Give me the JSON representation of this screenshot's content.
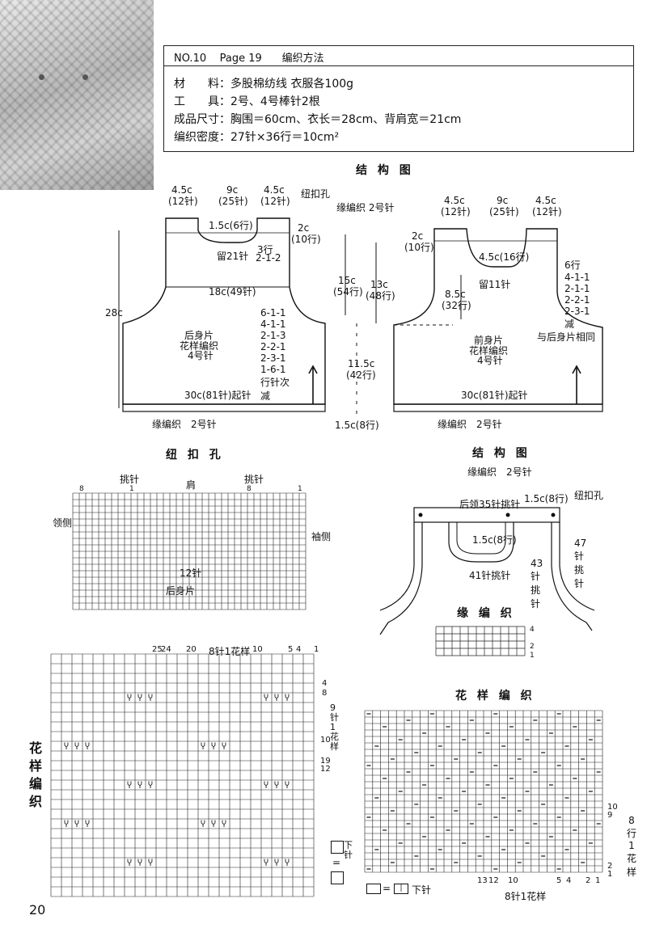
{
  "header": {
    "no": "NO.10",
    "page": "Page 19",
    "method": "编织方法",
    "material_label": "材　　料：",
    "material": "多股棉纺线  衣服各100g",
    "tools_label": "工　　具：",
    "tools": "2号、4号棒针2根",
    "size_label": "成品尺寸：",
    "size": "胸围＝60cm、衣长＝28cm、背肩宽＝21cm",
    "gauge_label": "编织密度：",
    "gauge": "27针×36行＝10cm²"
  },
  "struct_top": {
    "title": "结 构 图",
    "back": {
      "w1": "4.5c",
      "w1s": "(12针)",
      "w2": "9c",
      "w2s": "(25针)",
      "w3": "4.5c",
      "w3s": "(12针)",
      "buttonhole": "纽扣孔",
      "neck": "1.5c(6行)",
      "strap": "2c",
      "strap_rows": "(10行)",
      "neck_rows": "3行",
      "neck_dec": "2-1-2",
      "leave": "留21针",
      "chest": "18c(49针)",
      "height": "28c",
      "armhole_dec": [
        "6-1-1",
        "4-1-1",
        "2-1-3",
        "2-2-1",
        "2-3-1",
        "1-6-1",
        "行针次",
        "减"
      ],
      "name": "后身片",
      "pattern": "花样编织",
      "needle": "4号针",
      "cast_on": "30c(81针)起针",
      "border": "缘编织　2号针"
    },
    "mid": {
      "border2": "缘编织 2号针",
      "arm_h": "15c",
      "arm_h_rows": "(54行)",
      "arm_h2": "13c",
      "arm_h2_rows": "(48行)",
      "body_h": "11.5c",
      "body_h_rows": "(42行)",
      "hem": "1.5c(8行)"
    },
    "front": {
      "w1": "4.5c",
      "w1s": "(12针)",
      "w2": "9c",
      "w2s": "(25针)",
      "w3": "4.5c",
      "w3s": "(12针)",
      "strap": "2c",
      "strap_rows": "(10行)",
      "neck": "4.5c(16行)",
      "leave": "留11针",
      "neck_h": "8.5c",
      "neck_h_rows": "(32行)",
      "armhole_dec": [
        "6行",
        "4-1-1",
        "2-1-1",
        "2-2-1",
        "2-3-1",
        "减"
      ],
      "same": "与后身片相同",
      "name": "前身片",
      "pattern": "花样编织",
      "needle": "4号针",
      "cast_on": "30c(81针)起针",
      "border": "缘编织　2号针"
    }
  },
  "buttonhole_chart": {
    "title": "纽 扣 孔",
    "pick1": "挑针",
    "shoulder": "肩",
    "pick2": "挑针",
    "num8": "8",
    "num1": "1",
    "neck_side": "领侧",
    "arm_side": "袖侧",
    "st12": "12针",
    "back": "后身片"
  },
  "struct_small": {
    "title": "结 构 图",
    "border": "缘编织　2号针",
    "neck_label": "后领35针挑针",
    "neck_rows": "1.5c(8行)",
    "buttonhole": "纽扣孔",
    "inner_rows": "1.5c(8行)",
    "st41": "41针挑针",
    "st43": [
      "43",
      "针",
      "挑",
      "针"
    ],
    "st47": [
      "47",
      "针",
      "挑",
      "针"
    ]
  },
  "edge": {
    "title": "缘 编 织",
    "rows": [
      "4",
      "2",
      "1"
    ]
  },
  "pattern_left": {
    "title": "花样编织",
    "repeat": "8针1花样",
    "col_nums": [
      "25",
      "24",
      "20",
      "10",
      "5",
      "4",
      "1"
    ],
    "row_nums": [
      "4",
      "8",
      "10",
      "19",
      "12"
    ],
    "row_repeat": "9针1花样",
    "legend_eq": "=",
    "legend_text": "下针"
  },
  "pattern_right": {
    "title": "花 样 编 织",
    "col_nums": [
      "13",
      "12",
      "10",
      "5",
      "4",
      "2",
      "1"
    ],
    "row_nums": [
      "10",
      "9",
      "2",
      "1"
    ],
    "row_repeat": [
      "8",
      "行",
      "1",
      "花",
      "样"
    ],
    "repeat": "8针1花样",
    "legend_eq": "=",
    "legend_text": "下针"
  },
  "page_number": "20"
}
